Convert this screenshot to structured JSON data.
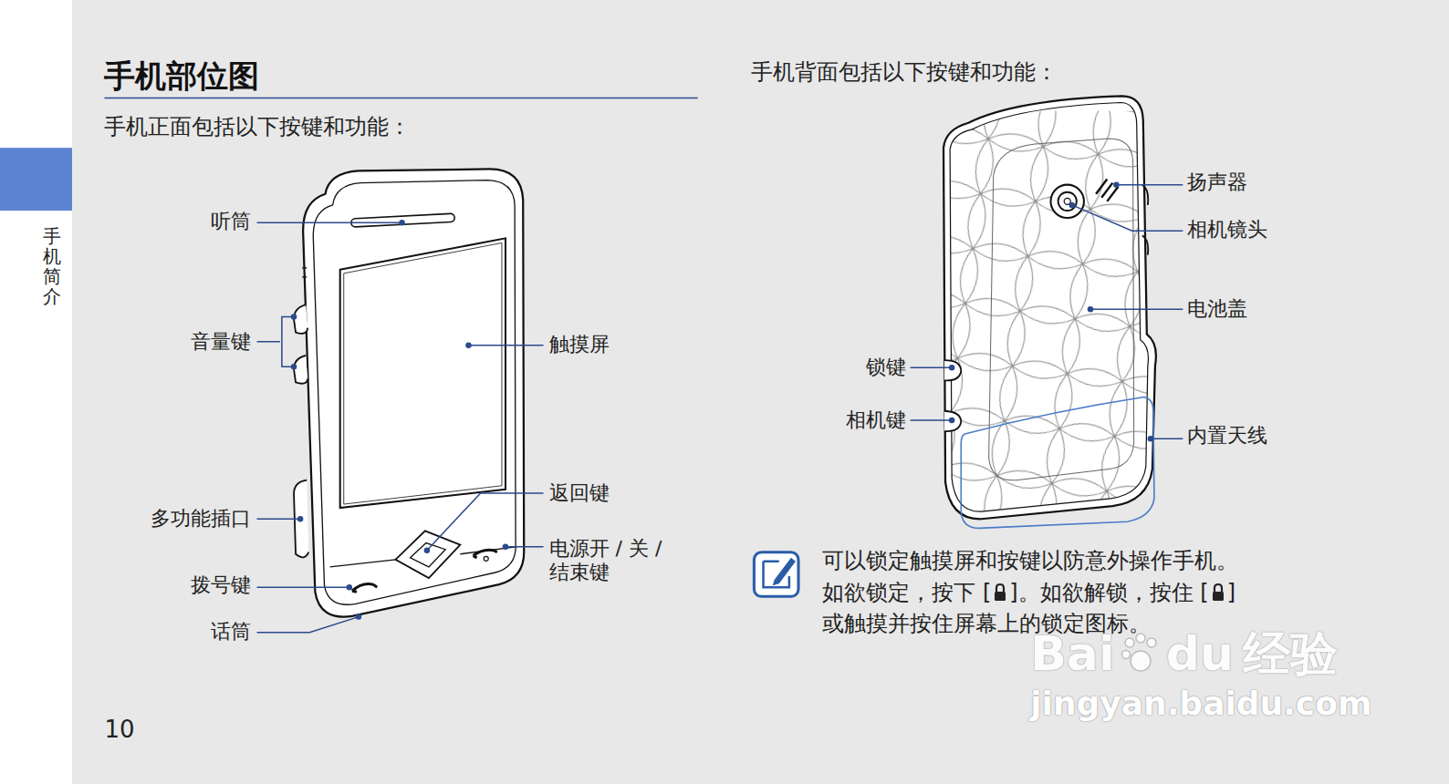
{
  "diagram": {
    "title": "手机部位图",
    "labels": [
      "手机正面包括以下按键和功能：",
      "听筒",
      "音量键",
      "触摸屏",
      "多功能插口",
      "返回键",
      "电源开 / 关 / 结束键",
      "拨号键",
      "话筒",
      "手机背面包括以下按键和功能：",
      "扬声器",
      "相机镜头",
      "电池盖",
      "锁键",
      "相机键",
      "内置天线",
      "可以锁定触摸屏和按键以防意外操作手机。",
      "如欲锁定，按下 [",
      "]。如欲解锁，按住 [",
      "]",
      "或触摸并按住屏幕上的锁定图标。",
      "手机简介",
      "10",
      "Bai",
      "du",
      "经验",
      "jingyan.baidu.com"
    ]
  }
}
